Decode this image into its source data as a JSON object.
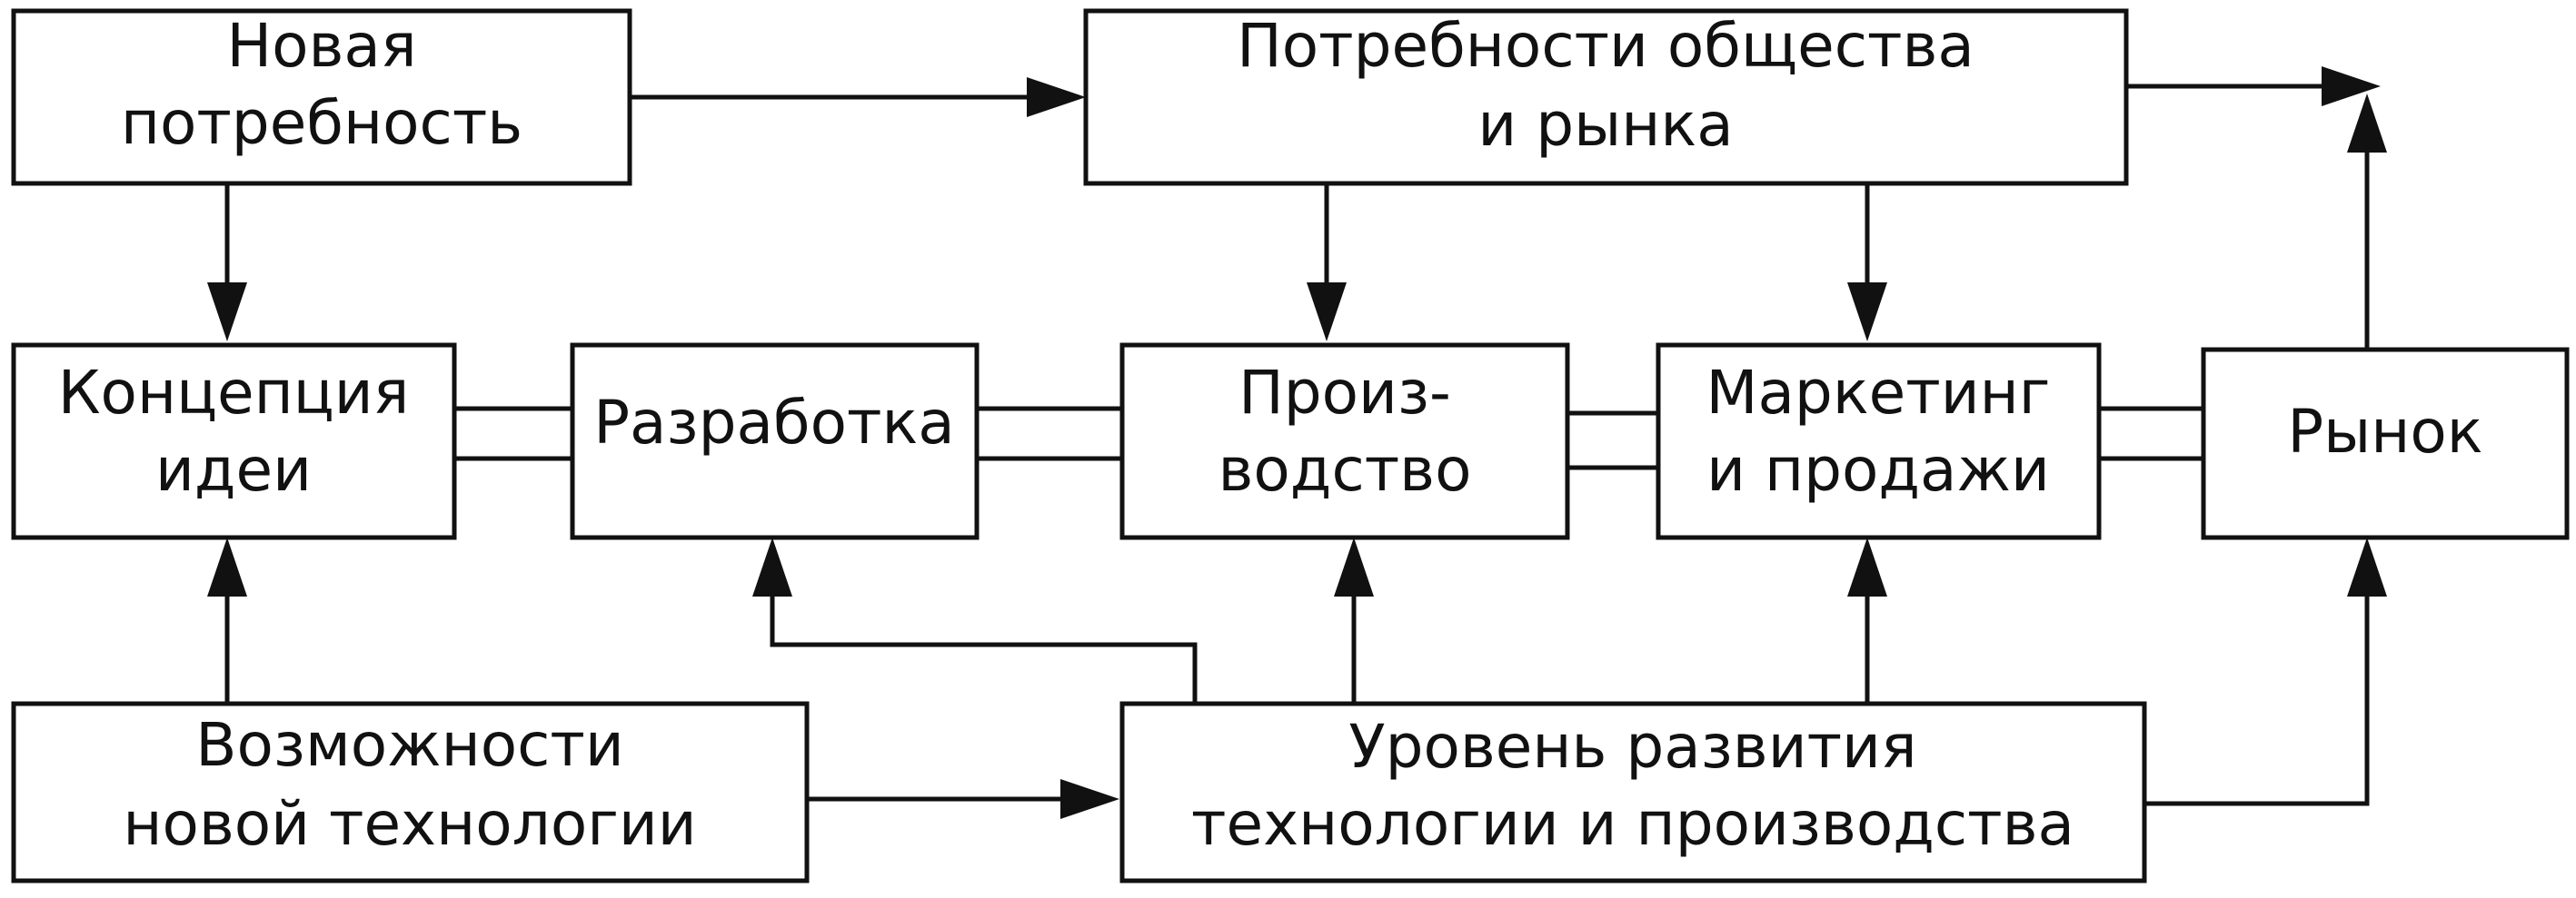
{
  "nodes": {
    "new_need": {
      "line1": "Новая",
      "line2": "потребность"
    },
    "society_market_needs": {
      "line1": "Потребности общества",
      "line2": "и рынка"
    },
    "idea_concept": {
      "line1": "Концепция",
      "line2": "идеи"
    },
    "development": {
      "line1": "Разработка"
    },
    "production": {
      "line1": "Произ-",
      "line2": "водство"
    },
    "marketing_sales": {
      "line1": "Маркетинг",
      "line2": "и продажи"
    },
    "market": {
      "line1": "Рынок"
    },
    "new_tech_possibilities": {
      "line1": "Возможности",
      "line2": "новой технологии"
    },
    "tech_production_level": {
      "line1": "Уровень развития",
      "line2": "технологии и производства"
    }
  }
}
